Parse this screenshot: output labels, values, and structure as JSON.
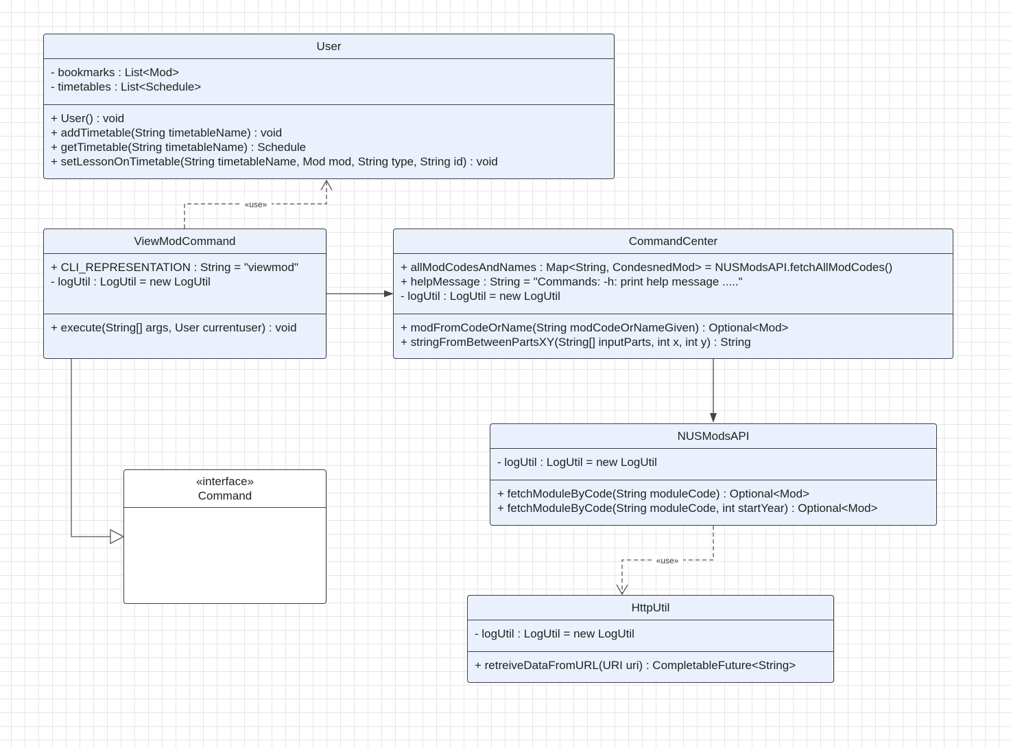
{
  "classes": {
    "user": {
      "name": "User",
      "attributes": [
        "- bookmarks : List<Mod>",
        "- timetables : List<Schedule>"
      ],
      "methods": [
        "+ User() : void",
        "+ addTimetable(String timetableName) : void",
        "+ getTimetable(String timetableName) : Schedule",
        "+ setLessonOnTimetable(String timetableName, Mod mod, String type, String id) : void"
      ]
    },
    "viewmod": {
      "name": "ViewModCommand",
      "attributes": [
        "+ CLI_REPRESENTATION : String = \"viewmod\"",
        "- logUtil : LogUtil = new LogUtil"
      ],
      "methods": [
        "+ execute(String[] args, User currentuser) : void"
      ]
    },
    "commandcenter": {
      "name": "CommandCenter",
      "attributes": [
        "+ allModCodesAndNames : Map<String, CondesnedMod> = NUSModsAPI.fetchAllModCodes()",
        "+ helpMessage : String = \"Commands: -h: print help message .....\"",
        "- logUtil : LogUtil = new LogUtil"
      ],
      "methods": [
        "+ modFromCodeOrName(String modCodeOrNameGiven) : Optional<Mod>",
        "+ stringFromBetweenPartsXY(String[] inputParts, int x, int y) : String"
      ]
    },
    "nusmods": {
      "name": "NUSModsAPI",
      "attributes": [
        "- logUtil : LogUtil = new LogUtil"
      ],
      "methods": [
        "+ fetchModuleByCode(String moduleCode) : Optional<Mod>",
        "+ fetchModuleByCode(String moduleCode, int startYear) : Optional<Mod>"
      ]
    },
    "command": {
      "stereotype": "«interface»",
      "name": "Command"
    },
    "httputil": {
      "name": "HttpUtil",
      "attributes": [
        "- logUtil : LogUtil = new LogUtil"
      ],
      "methods": [
        "+ retreiveDataFromURL(URI uri) : CompletableFuture<String>"
      ]
    }
  },
  "relations": {
    "viewmod_to_user": "«use»",
    "nusmods_to_httputil": "«use»"
  },
  "colors": {
    "class_fill": "#eaf1fd",
    "border": "#3a3d45",
    "grid": "#e6e6e6"
  }
}
